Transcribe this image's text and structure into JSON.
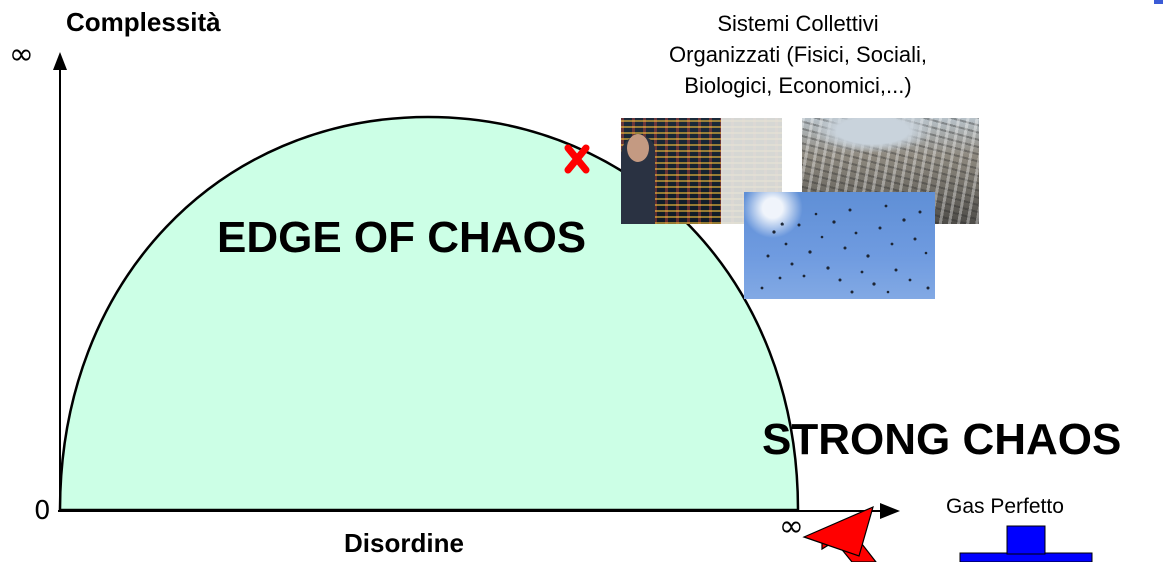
{
  "axes": {
    "y_title": "Complessità",
    "x_title": "Disordine",
    "y_max_symbol": "∞",
    "x_max_symbol": "∞",
    "origin_label": "0"
  },
  "regions": {
    "edge_label": "EDGE OF CHAOS",
    "strong_label": "STRONG CHAOS"
  },
  "systems": {
    "caption_line1": "Sistemi Collettivi",
    "caption_line2": "Organizzati (Fisici, Sociali,",
    "caption_line3": "Biologici, Economici,...)",
    "photos": [
      "stock-market-trader-photo",
      "city-traffic-photo",
      "bird-flock-photo"
    ]
  },
  "gas": {
    "label": "Gas Perfetto"
  },
  "colors": {
    "dome_fill": "#ccffe6",
    "marker": "#ff0000",
    "arrow": "#ff0000",
    "gas_block": "#0000ff"
  }
}
